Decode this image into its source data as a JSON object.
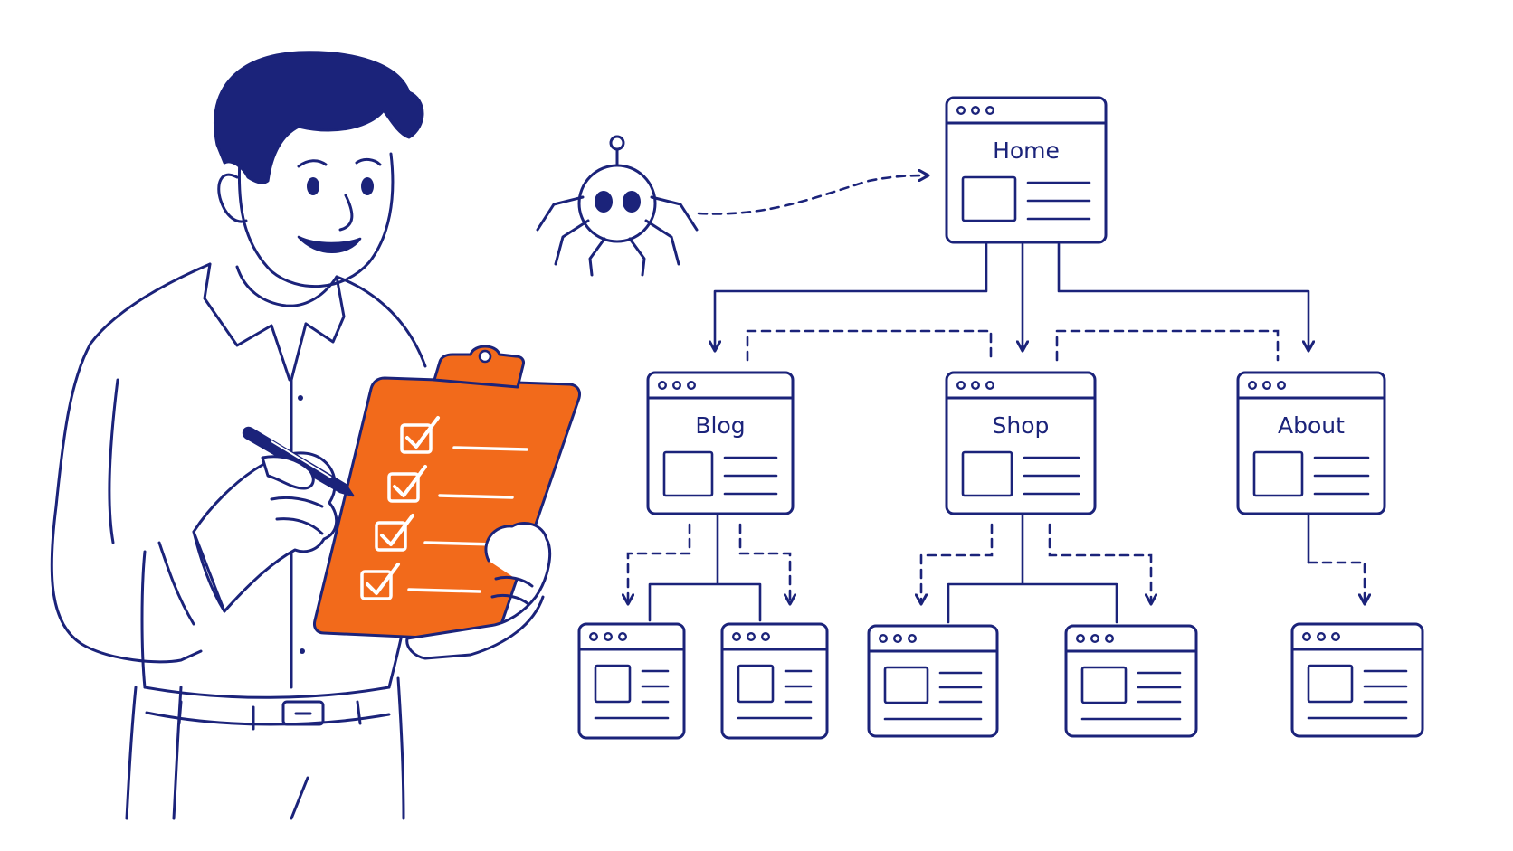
{
  "colors": {
    "ink": "#1b237a",
    "accent": "#f26a1b",
    "background": "#ffffff"
  },
  "pages": {
    "home": "Home",
    "blog": "Blog",
    "shop": "Shop",
    "about": "About"
  },
  "clipboard": {
    "checked_items": 4
  },
  "icons": [
    "crawler-spider-icon",
    "browser-window-icon",
    "checkbox-checked-icon",
    "pen-icon"
  ]
}
